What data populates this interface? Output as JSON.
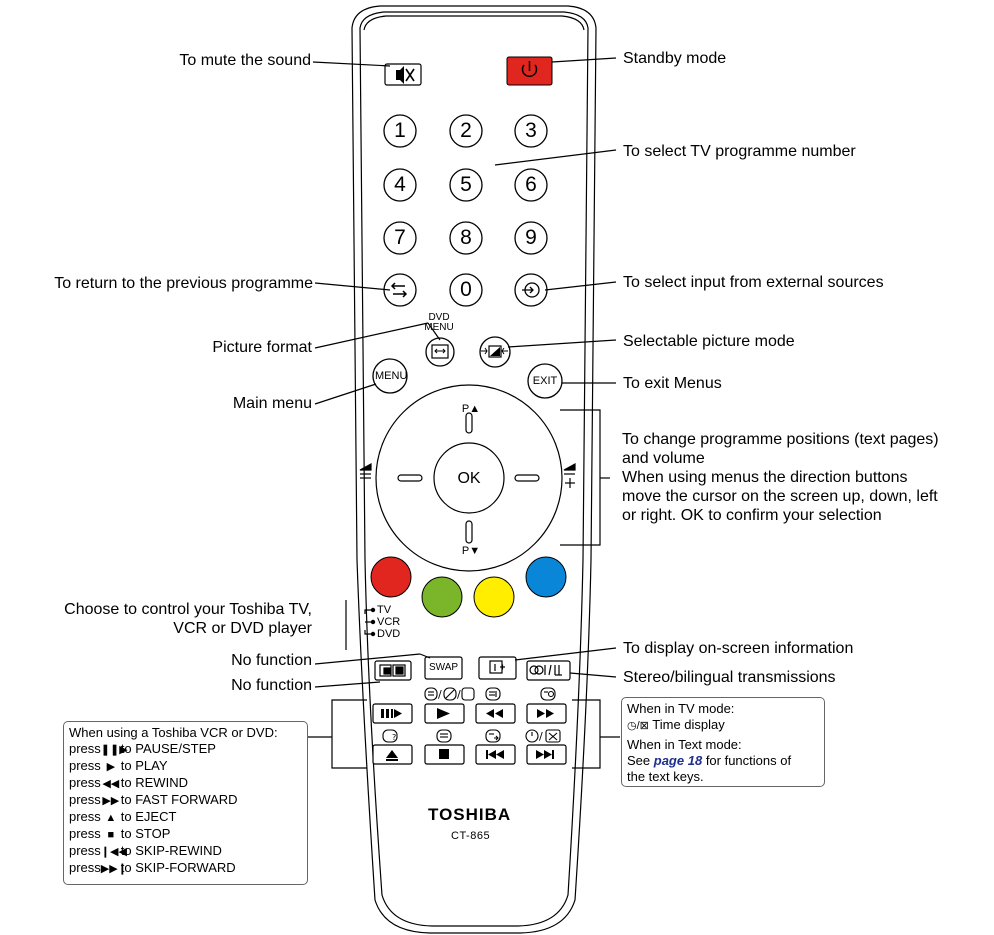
{
  "callouts": {
    "mute": "To mute the sound",
    "standby": "Standby mode",
    "programme_number": "To select TV programme number",
    "previous_programme": "To return to the previous programme",
    "external_sources": "To select input from external sources",
    "picture_format": "Picture format",
    "picture_mode": "Selectable picture mode",
    "main_menu": "Main menu",
    "exit_menus": "To exit Menus",
    "change_lines": [
      "To change programme positions (text pages)",
      "and volume",
      "When using menus the direction buttons",
      "move the cursor on the screen up, down, left",
      "or right. OK to confirm your selection"
    ],
    "choose_lines": [
      "Choose to control your Toshiba TV,",
      "VCR or DVD player"
    ],
    "onscreen_info": "To display on-screen information",
    "no_function_1": "No function",
    "no_function_2": "No function",
    "stereo": "Stereo/bilingual transmissions"
  },
  "remote": {
    "numbers": [
      "1",
      "2",
      "3",
      "4",
      "5",
      "6",
      "7",
      "8",
      "9",
      "0"
    ],
    "dvd_menu_line1": "DVD",
    "dvd_menu_line2": "MENU",
    "menu": "MENU",
    "exit": "EXIT",
    "p_up": "P▲",
    "p_down": "P▼",
    "ok": "OK",
    "swap": "SWAP",
    "selector": [
      "TV",
      "VCR",
      "DVD"
    ],
    "brand": "TOSHIBA",
    "model": "CT-865",
    "colors": {
      "red": "#e0261f",
      "green": "#7bb52a",
      "yellow": "#ffee00",
      "blue": "#0a86d8",
      "standby": "#e0261f"
    }
  },
  "vcr_box": {
    "heading": "When using a Toshiba VCR or DVD:",
    "rows": [
      {
        "press": "press",
        "icon": "pause-step",
        "text": "to PAUSE/STEP"
      },
      {
        "press": "press",
        "icon": "play",
        "text": "to PLAY"
      },
      {
        "press": "press",
        "icon": "rewind",
        "text": "to REWIND"
      },
      {
        "press": "press",
        "icon": "fast-forward",
        "text": "to FAST FORWARD"
      },
      {
        "press": "press",
        "icon": "eject",
        "text": "to EJECT"
      },
      {
        "press": "press",
        "icon": "stop",
        "text": "to STOP"
      },
      {
        "press": "press",
        "icon": "skip-rewind",
        "text": "to SKIP-REWIND"
      },
      {
        "press": "press",
        "icon": "skip-forward",
        "text": "to SKIP-FORWARD"
      }
    ]
  },
  "text_box": {
    "line1": "When in TV mode:",
    "line2": "Time display",
    "line3": "When in Text mode:",
    "see": "See",
    "page_ref": "page 18",
    "rest1": "for functions of",
    "rest2": "the text keys."
  }
}
